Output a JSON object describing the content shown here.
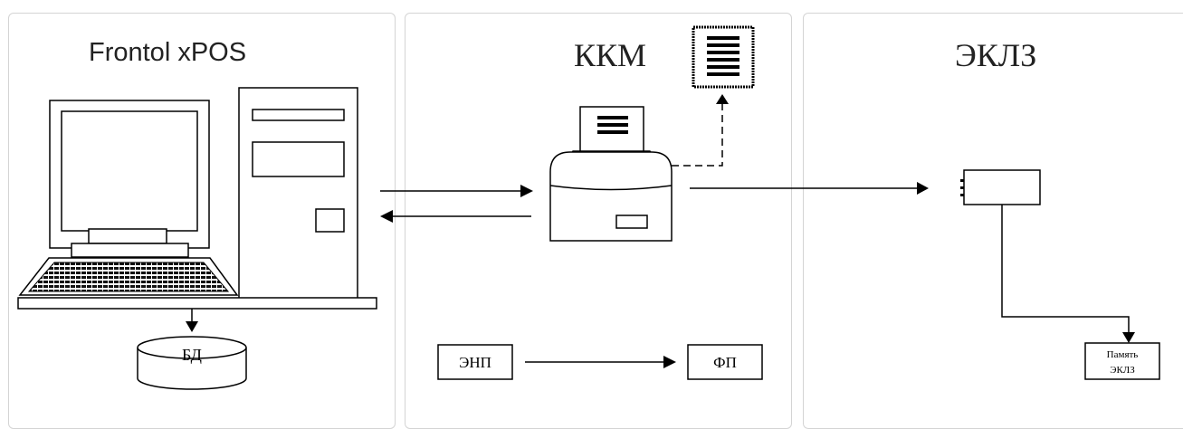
{
  "panels": {
    "frontol": {
      "title": "Frontol xPOS"
    },
    "kkm": {
      "title": "ККМ"
    },
    "eklz": {
      "title": "ЭКЛЗ"
    }
  },
  "nodes": {
    "database": "БД",
    "enp": "ЭНП",
    "fp": "ФП",
    "eklz_memory_line1": "Память",
    "eklz_memory_line2": "ЭКЛЗ"
  }
}
